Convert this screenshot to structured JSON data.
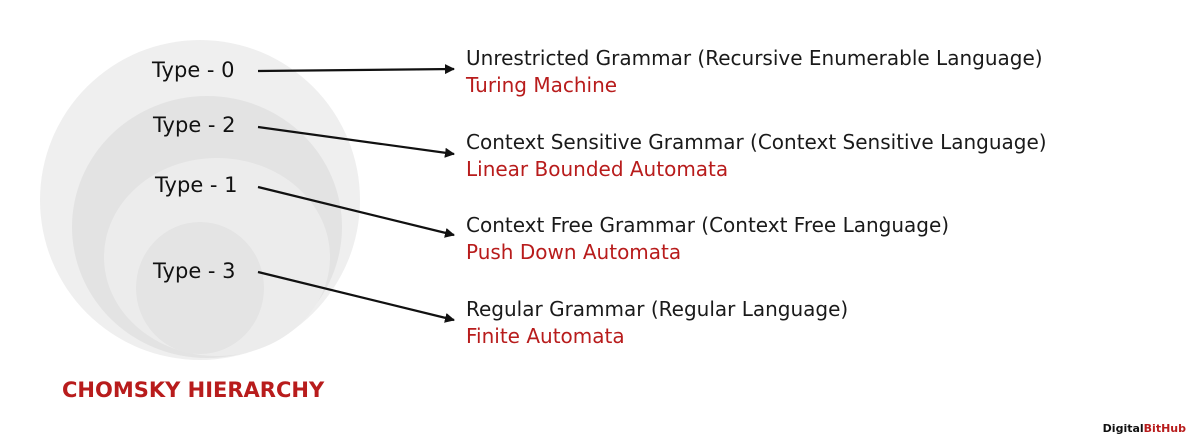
{
  "levels": [
    {
      "type_label": "Type - 0",
      "grammar": "Unrestricted Grammar (Recursive Enumerable Language)",
      "machine": "Turing Machine"
    },
    {
      "type_label": "Type - 2",
      "grammar": "Context Sensitive Grammar (Context Sensitive Language)",
      "machine": "Linear Bounded Automata"
    },
    {
      "type_label": "Type - 1",
      "grammar": "Context Free Grammar (Context Free Language)",
      "machine": "Push Down Automata"
    },
    {
      "type_label": "Type - 3",
      "grammar": "Regular Grammar (Regular Language)",
      "machine": "Finite Automata"
    }
  ],
  "title": "CHOMSKY HIERARCHY",
  "brand": {
    "part1": "Digital",
    "part2": "BitHub"
  },
  "colors": {
    "accent_red": "#b81c1c",
    "text_dark": "#111111",
    "circle_outer": "#efefef",
    "circle_inner": "#e3e3e3"
  }
}
